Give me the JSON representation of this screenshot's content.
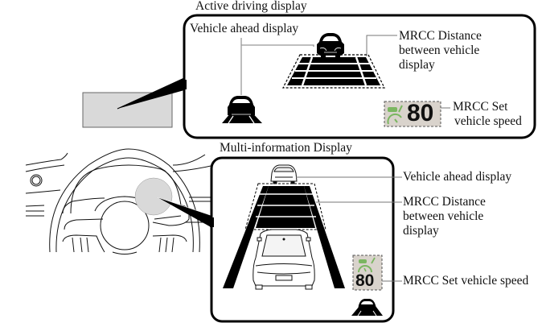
{
  "colors": {
    "badge_bg": "#d9d3cc",
    "icon_green": "#7bb661",
    "highlight_gray": "#d9d9d9",
    "ink": "#111111"
  },
  "active_driving_display": {
    "title": "Active driving display",
    "labels": {
      "vehicle_ahead": "Vehicle ahead display",
      "distance_line1": "MRCC Distance",
      "distance_line2": "between vehicle",
      "distance_line3": "display",
      "set_speed_line1": "MRCC Set",
      "set_speed_line2": "vehicle speed"
    },
    "speed_value": "80",
    "icons": [
      "car-ahead-icon",
      "distance-bars-icon",
      "mrcc-speedometer-icon"
    ]
  },
  "multi_information_display": {
    "title": "Multi-information Display",
    "labels": {
      "vehicle_ahead": "Vehicle ahead display",
      "distance_line1": "MRCC Distance",
      "distance_line2": "between vehicle",
      "distance_line3": "display",
      "set_speed": "MRCC Set vehicle speed"
    },
    "speed_value": "80",
    "icons": [
      "car-ahead-icon",
      "own-car-icon",
      "distance-bars-icon",
      "mrcc-speedometer-icon"
    ]
  },
  "dashboard": {
    "icons": [
      "steering-wheel-icon",
      "windshield-display-area",
      "cluster-display-area"
    ]
  }
}
